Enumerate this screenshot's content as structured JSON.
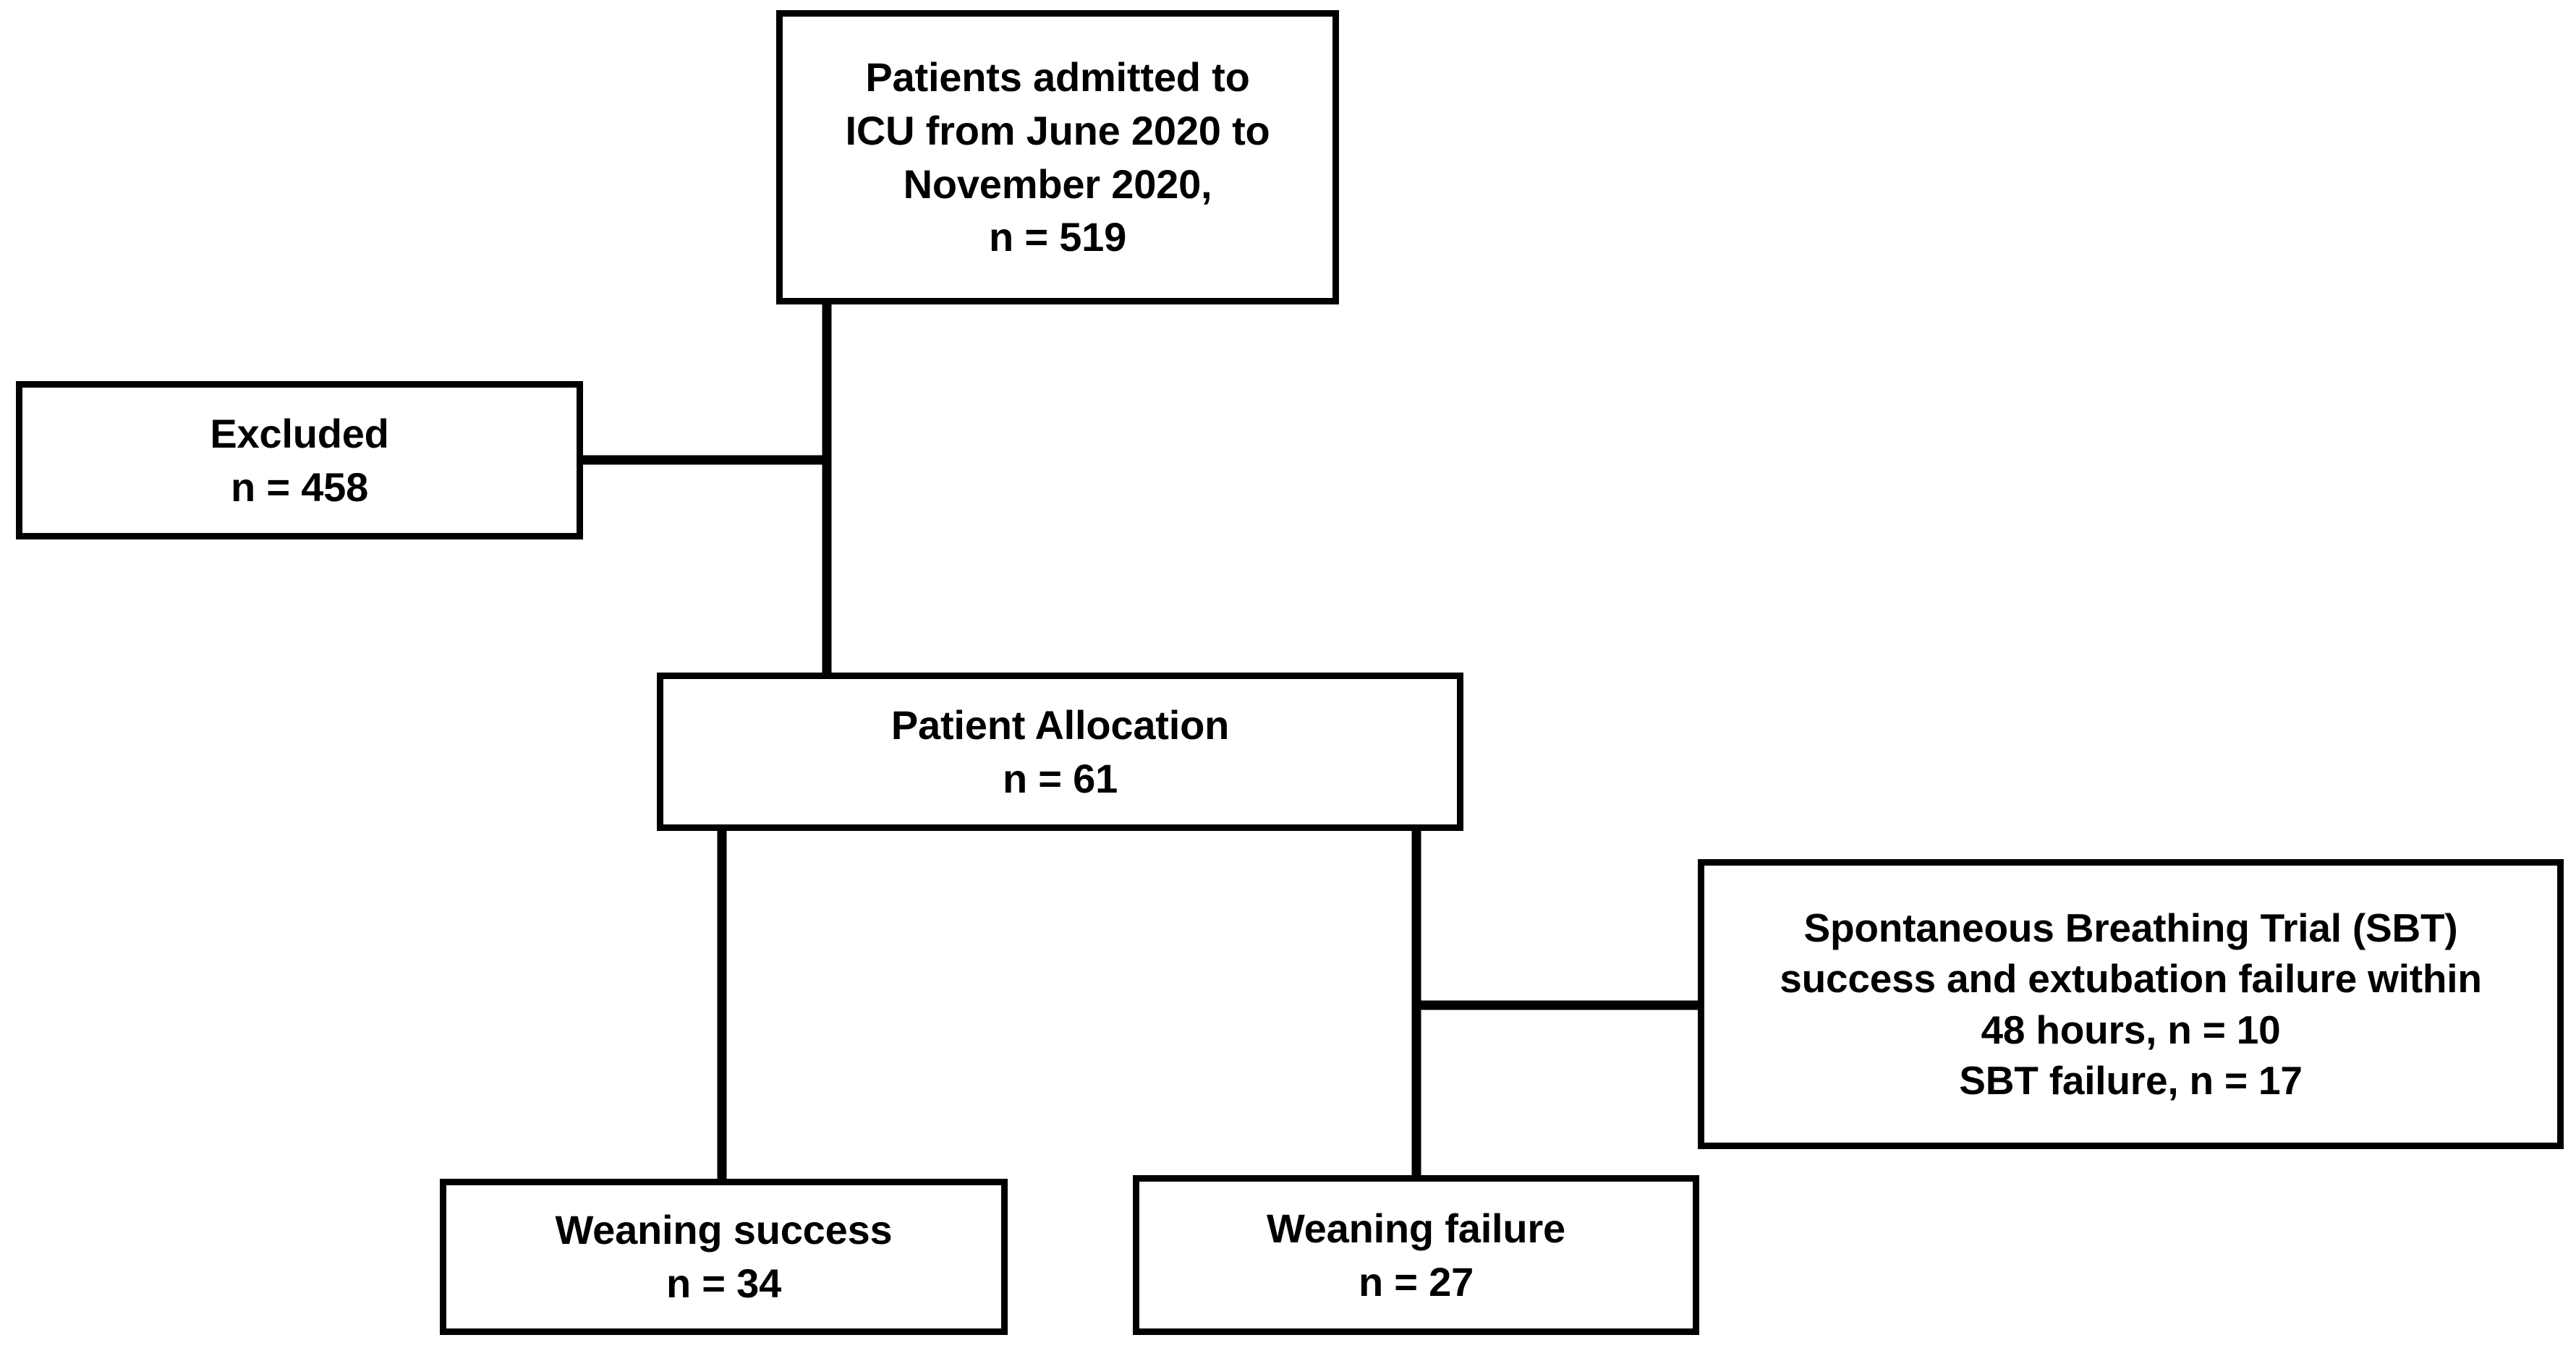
{
  "diagram": {
    "title": "Patient enrollment and weaning outcome flow diagram",
    "type": "flowchart",
    "stroke_color": "#000000",
    "background_color": "#ffffff",
    "nodes": {
      "admitted": {
        "id": "admitted",
        "lines": [
          "Patients admitted to",
          "ICU from June 2020 to",
          "November 2020,",
          "n = 519"
        ],
        "count": 519
      },
      "excluded": {
        "id": "excluded",
        "lines": [
          "Excluded",
          "n = 458"
        ],
        "count": 458
      },
      "allocation": {
        "id": "allocation",
        "lines": [
          "Patient Allocation",
          "n = 61"
        ],
        "count": 61
      },
      "sbt": {
        "id": "sbt",
        "lines": [
          "Spontaneous Breathing Trial (SBT)",
          "success and extubation failure within",
          "48 hours, n = 10",
          "SBT failure, n = 17"
        ],
        "extubation_failure_count": 10,
        "sbt_failure_count": 17
      },
      "weaning_success": {
        "id": "weaning_success",
        "lines": [
          "Weaning success",
          "n = 34"
        ],
        "count": 34
      },
      "weaning_failure": {
        "id": "weaning_failure",
        "lines": [
          "Weaning failure",
          "n = 27"
        ],
        "count": 27
      }
    },
    "edges": [
      {
        "id": "admitted-to-allocation",
        "from": "admitted",
        "to": "allocation"
      },
      {
        "id": "trunk-to-excluded",
        "from": "admitted",
        "to": "excluded"
      },
      {
        "id": "allocation-to-weaning-success",
        "from": "allocation",
        "to": "weaning_success"
      },
      {
        "id": "allocation-to-weaning-failure",
        "from": "allocation",
        "to": "weaning_failure"
      },
      {
        "id": "weaning-failure-branch-to-sbt",
        "from": "weaning_failure",
        "to": "sbt"
      }
    ]
  }
}
